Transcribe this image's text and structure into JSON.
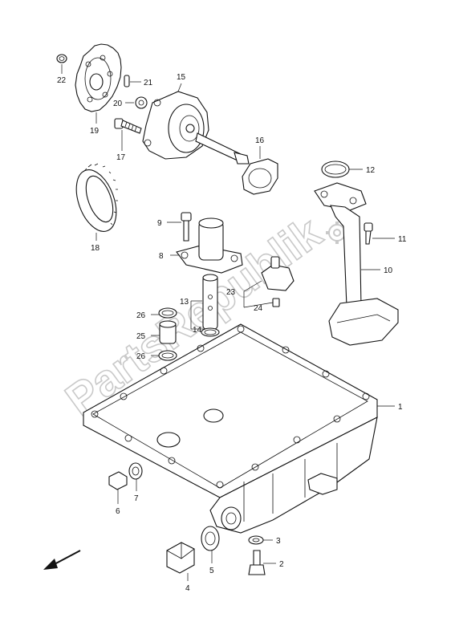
{
  "watermark": {
    "text": "PartsRepublik"
  },
  "callouts": [
    {
      "num": "1"
    },
    {
      "num": "2"
    },
    {
      "num": "3"
    },
    {
      "num": "4"
    },
    {
      "num": "5"
    },
    {
      "num": "6"
    },
    {
      "num": "7"
    },
    {
      "num": "8"
    },
    {
      "num": "9"
    },
    {
      "num": "10"
    },
    {
      "num": "11"
    },
    {
      "num": "12"
    },
    {
      "num": "13"
    },
    {
      "num": "14"
    },
    {
      "num": "15"
    },
    {
      "num": "16"
    },
    {
      "num": "17"
    },
    {
      "num": "18"
    },
    {
      "num": "19"
    },
    {
      "num": "20"
    },
    {
      "num": "21"
    },
    {
      "num": "22"
    },
    {
      "num": "23"
    },
    {
      "num": "24"
    },
    {
      "num": "25"
    },
    {
      "num": "26"
    },
    {
      "num": "26"
    }
  ],
  "direction_arrow": {
    "icon": "front-direction-arrow-icon"
  }
}
